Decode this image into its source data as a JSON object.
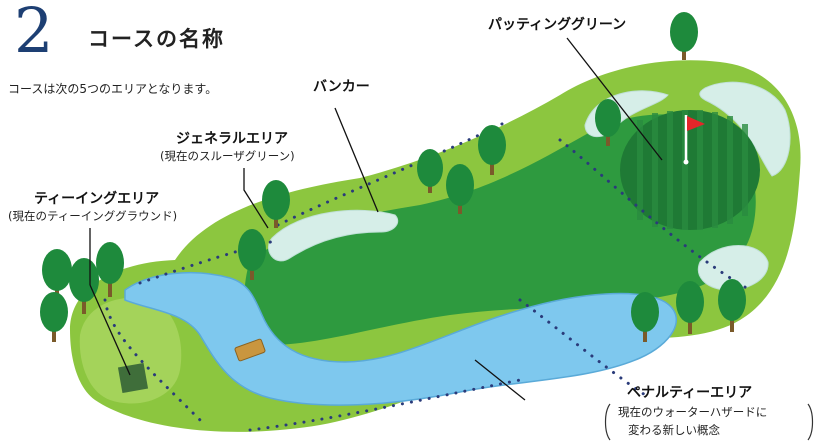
{
  "header": {
    "number": "2",
    "title": "コースの名称",
    "intro": "コースは次の5つのエリアとなります。"
  },
  "labels": {
    "putting_green": "パッティンググリーン",
    "bunker": "バンカー",
    "general_area": "ジェネラルエリア",
    "general_area_sub": "(現在のスルーザグリーン)",
    "teeing_area": "ティーイングエリア",
    "teeing_area_sub": "(現在のティーインググラウンド)",
    "penalty_area": "ペナルティーエリア",
    "penalty_area_sub1": "現在のウォーターハザードに",
    "penalty_area_sub2": "変わる新しい概念"
  },
  "colors": {
    "title_number": "#1d3f73",
    "rough": "#8cc63f",
    "fairway": "#2e9a3f",
    "green": "#1f7a35",
    "water": "#7ec8ee",
    "bunker": "#d6eee8",
    "tree_canopy": "#1e8a3c",
    "tree_trunk": "#7a5a2a",
    "flag": "#e5262a",
    "dots": "#2a3b7a"
  }
}
